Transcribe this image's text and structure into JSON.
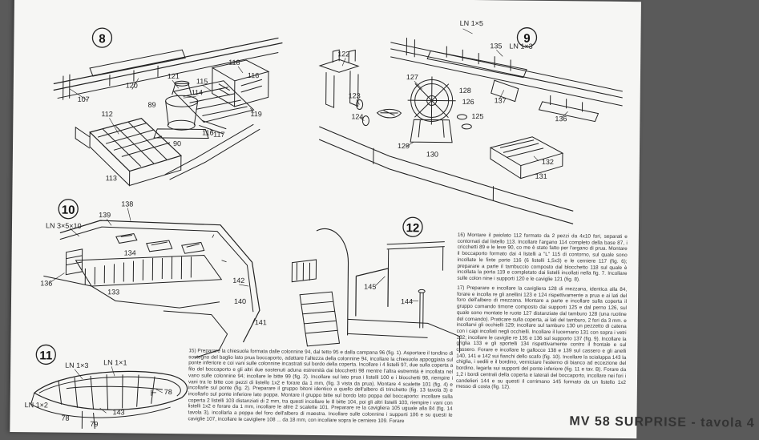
{
  "figures": {
    "fig8": {
      "number": "8",
      "callouts": [
        "118",
        "116",
        "121",
        "120",
        "107",
        "115",
        "114",
        "89",
        "112",
        "117",
        "119",
        "116",
        "90",
        "113"
      ]
    },
    "fig9": {
      "number": "9",
      "callouts": [
        "LN 1×5",
        "135",
        "LN 1×3",
        "137",
        "136",
        "122",
        "127",
        "128",
        "123",
        "126",
        "124",
        "125",
        "129",
        "130",
        "132",
        "131"
      ]
    },
    "fig10": {
      "number": "10",
      "callouts": [
        "138",
        "139",
        "LN 3×5×10",
        "136",
        "134",
        "142",
        "133",
        "140",
        "141"
      ]
    },
    "fig11": {
      "number": "11",
      "callouts": [
        "LN 1×3",
        "LN 1×1",
        "78",
        "LN 1×2",
        "143",
        "78",
        "79"
      ]
    },
    "fig12": {
      "number": "12",
      "callouts": [
        "145",
        "144"
      ]
    }
  },
  "text_blocks": {
    "step16": "16) Montare il paiolato 112 formato da 2 pezzi da 4x10 fori, separati e contornati dal listello 113. Incollare l'argano 114 completo della base 87, i cricchetti 89 e le leve 90, co me è stato fatto per l'argano di prua. Montare il boccaporto formato dai 4 listelli a \"L\" 115 di contorno, sul quale sono incollate le finte porte 116 (6 listelli 1,5x3) e le cerniere 117 (fig. 6); preparare a parte il tambuccio composto dal blocchetto 118 sul quale è incollata la porta 119 e completato dai listelli incollati nella fig. 7. Incollare sulle colon nine i supporti 120 e le caviglie 121 (fig. 8).",
    "step17": "17) Preparare e incollare la cavigliera 128 di mezzana, identica alla 84, forare e incolla re gli anellini 123 e 124 rispettivamente a prua e ai lati del foro dell'albero di mezzana. Montare a parte e incollare sulla coperta il gruppo comando timone composto dai supporti 125 e dal perno 126, sul quale sono montate le ruote 127 distanziate dal tamburo 128 (una ruotine del comando). Praticare sulla coperta, ai lati del tamburo, 2 fori da 3 mm. e incollarvi gli occhielli 129; incollare sul tamburo 130 un pezzetto di catena con i capi incollati negli occhielli. Incollare il lucernario 131 con sopra i vetri 132; incollare le caviglie re 135 e 136 sul supporto 137 (fig. 9). Incollare la griglia 133 e gli sportelli 134 rispettivamente contro il frontale e sul cassero. Forare e incollare le gallocce 138 e 139 sul cassero e gli anelli 140, 141 e 142 sui fianchi dello scafo (fig. 10). Incollare la scialuppa 143 la chiglia, i sedili e il bordino, verniciare l'esterno di bianco ad eccezione del bordino, legarla sui supporti del ponte inferiore (fig. 11 e tav. B). Forare da 1,2 i bordi centrali della coperta e laterali del boccaporto, incollare nei fori i candelieri 144 e su questi il corrimano 145 formato da un listello 1x2 messo di costa (fig. 12).",
    "step15": "15) Preparare la chiesuola formata dalle colonnine 94, dal tetto 95 e dalla campana 96 (fig. 1). Asportare il tondino di sostegno del baglio lato prua boccaporto, adattare l'altezza della colonnine 94, incollare la chiesuola appoggiata sul ponte inferiore e coi vani sulle colonnine incastrati sul bordo della coperta. Incollare i 4 listelli 97, due sulla coperta a filo del boccaporto e gli altri due sostenuti aduna estremità dai blocchetti 98 mentre l'altra estremità è incollata nel vano sulle colonnine 94; incollare le bitte 99 (fig. 2). Incollare sul lato prua i listelli 100 e i blocchetti 98, riempire i vani tra le bitte con pezzi di listello 1x2 e forare da 1 mm, (fig. 3 vista da prua). Montare 4 scalette 101 (fig. 4) e incollarle sul ponte (fig. 2). Preparare il gruppo bitoni identico a quello dell'albero di trinchetto (fig. 13 tavola 3) e incollarlo sul ponte inferiore lato poppa. Montare il gruppo bitte sul bordo lato poppa del boccaporto: incollare sulla coperta 2 listelli 103 distanziati di 2 mm, tra questi incollare le 8 bitte 104, poi gli altri listelli 103, riempire i vani con listelli 1x2 e forare da 1 mm, incollare le altre 2 scalette 101. Preparare re la cavigliera 105 uguale alla 84 (fig. 14 tavola 3), incollarla a poppa del foro dell'albero di maestra. Incollare sulle colonnine i supporti 106 e su questi le caviglie 107, incollare le cavigliere 108 ... da 18 mm, con incollare sopra le cerniere 109. Forare"
  },
  "footer": {
    "title": "MV 58 SURPRISE - tavola 4"
  }
}
